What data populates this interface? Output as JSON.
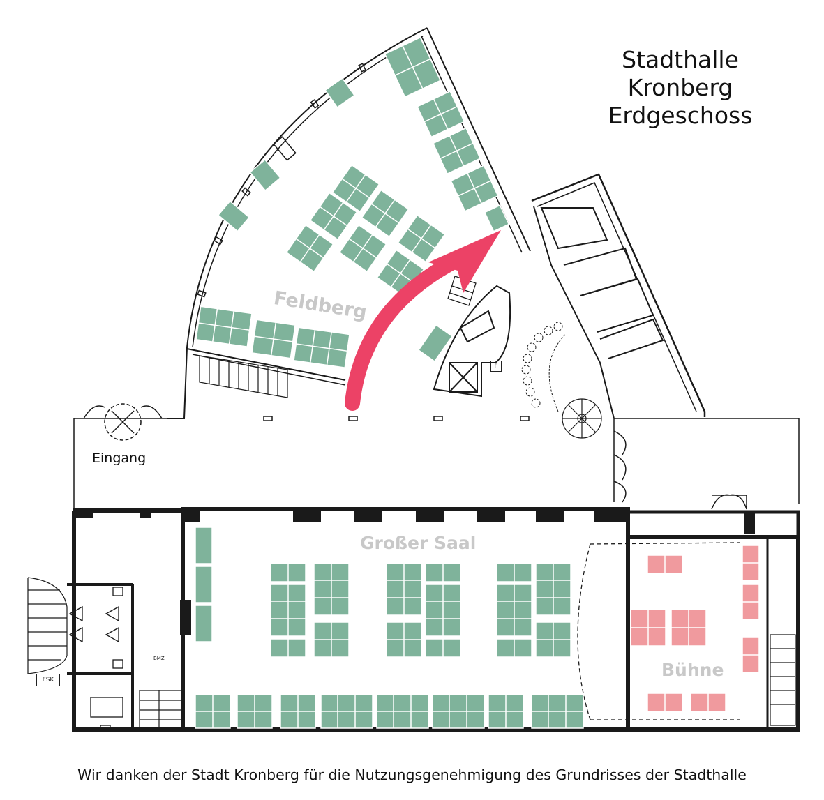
{
  "title": {
    "line1": "Stadthalle",
    "line2": "Kronberg",
    "line3": "Erdgeschoss"
  },
  "rooms": {
    "feldberg": "Feldberg",
    "grosser_saal": "Großer Saal",
    "buehne": "Bühne"
  },
  "labels": {
    "eingang": "Eingang",
    "fsk": "FSK",
    "bmz": "BMZ",
    "f": "F"
  },
  "caption": "Wir danken der Stadt Kronberg für die Nutzungsgenehmigung des Grundrisses der Stadthalle",
  "colors": {
    "table_green": "#7fb39b",
    "stage_pink": "#f09a9e",
    "arrow_red": "#ec4266",
    "wall": "#1a1a1a",
    "room_label": "#c8c8c8"
  }
}
